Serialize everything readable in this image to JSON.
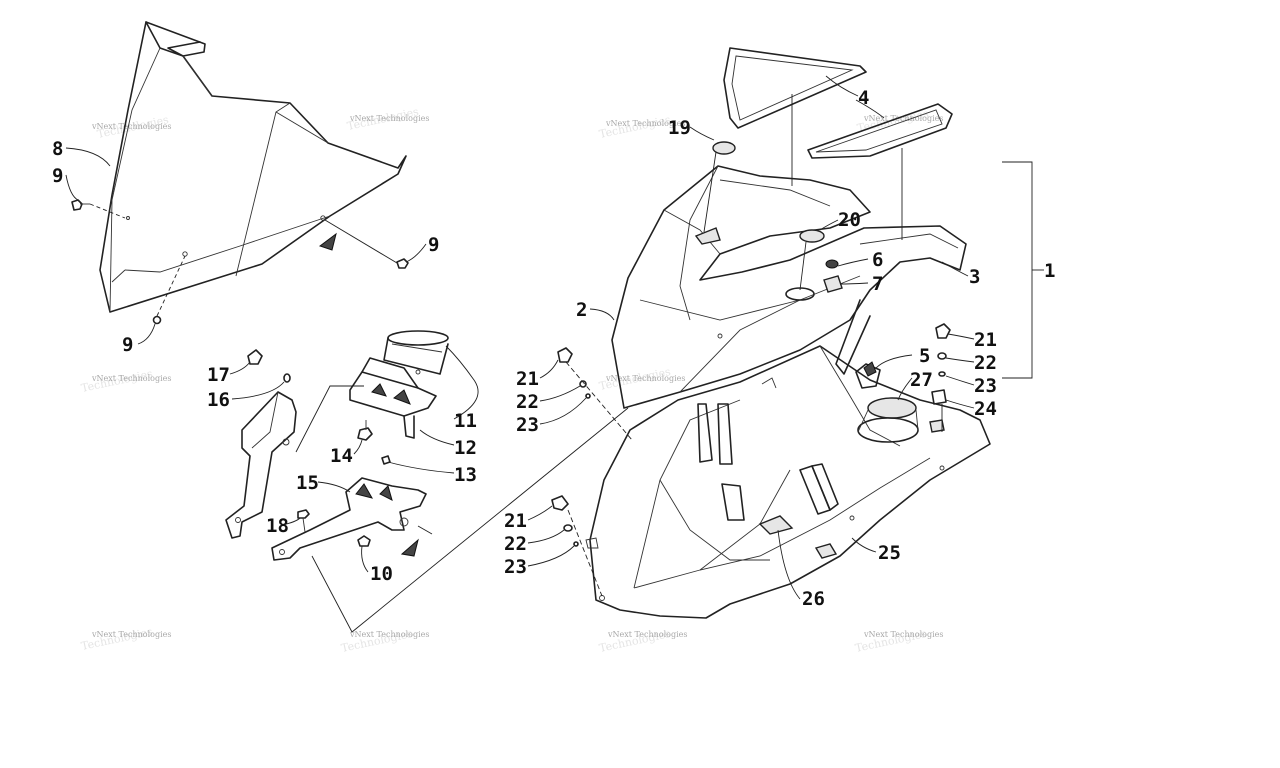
{
  "callouts": [
    {
      "id": "c1",
      "text": "1"
    },
    {
      "id": "c2",
      "text": "2"
    },
    {
      "id": "c3",
      "text": "3"
    },
    {
      "id": "c4",
      "text": "4"
    },
    {
      "id": "c5",
      "text": "5"
    },
    {
      "id": "c6",
      "text": "6"
    },
    {
      "id": "c7",
      "text": "7"
    },
    {
      "id": "c8",
      "text": "8"
    },
    {
      "id": "c9a",
      "text": "9"
    },
    {
      "id": "c9b",
      "text": "9"
    },
    {
      "id": "c9c",
      "text": "9"
    },
    {
      "id": "c10",
      "text": "10"
    },
    {
      "id": "c11",
      "text": "11"
    },
    {
      "id": "c12",
      "text": "12"
    },
    {
      "id": "c13",
      "text": "13"
    },
    {
      "id": "c14",
      "text": "14"
    },
    {
      "id": "c15",
      "text": "15"
    },
    {
      "id": "c16",
      "text": "16"
    },
    {
      "id": "c17",
      "text": "17"
    },
    {
      "id": "c18",
      "text": "18"
    },
    {
      "id": "c19",
      "text": "19"
    },
    {
      "id": "c20",
      "text": "20"
    },
    {
      "id": "c21a",
      "text": "21"
    },
    {
      "id": "c21b",
      "text": "21"
    },
    {
      "id": "c21c",
      "text": "21"
    },
    {
      "id": "c22a",
      "text": "22"
    },
    {
      "id": "c22b",
      "text": "22"
    },
    {
      "id": "c22c",
      "text": "22"
    },
    {
      "id": "c23a",
      "text": "23"
    },
    {
      "id": "c23b",
      "text": "23"
    },
    {
      "id": "c23c",
      "text": "23"
    },
    {
      "id": "c24",
      "text": "24"
    },
    {
      "id": "c25",
      "text": "25"
    },
    {
      "id": "c26",
      "text": "26"
    },
    {
      "id": "c27",
      "text": "27"
    }
  ],
  "watermark": {
    "text": "vNext Technologies",
    "ghost": "Technologies"
  }
}
